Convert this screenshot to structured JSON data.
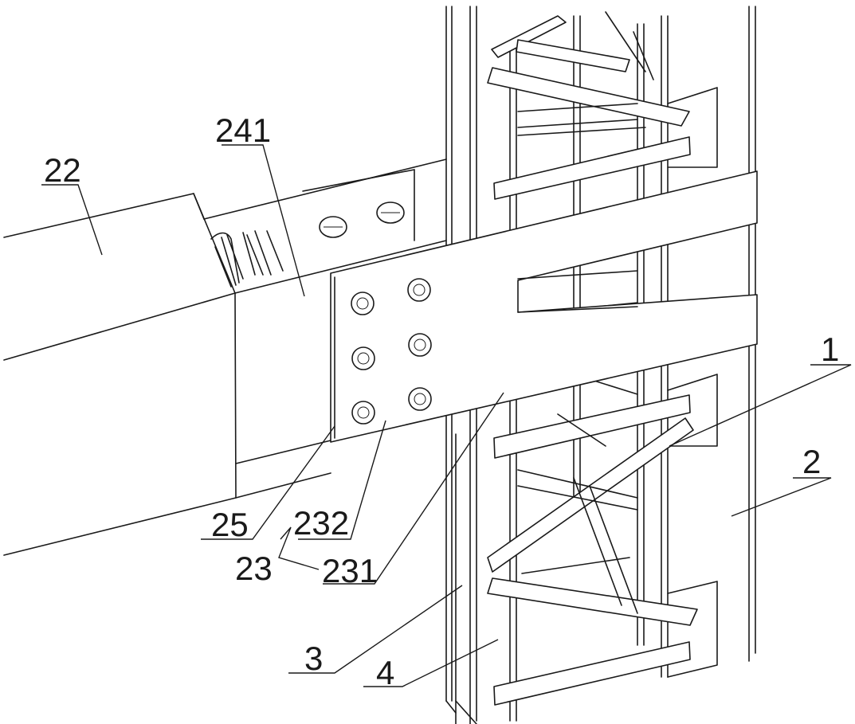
{
  "labels": {
    "l22": "22",
    "l241": "241",
    "l1": "1",
    "l2": "2",
    "l25": "25",
    "l232": "232",
    "l23": "23",
    "l231": "231",
    "l3": "3",
    "l4": "4"
  }
}
